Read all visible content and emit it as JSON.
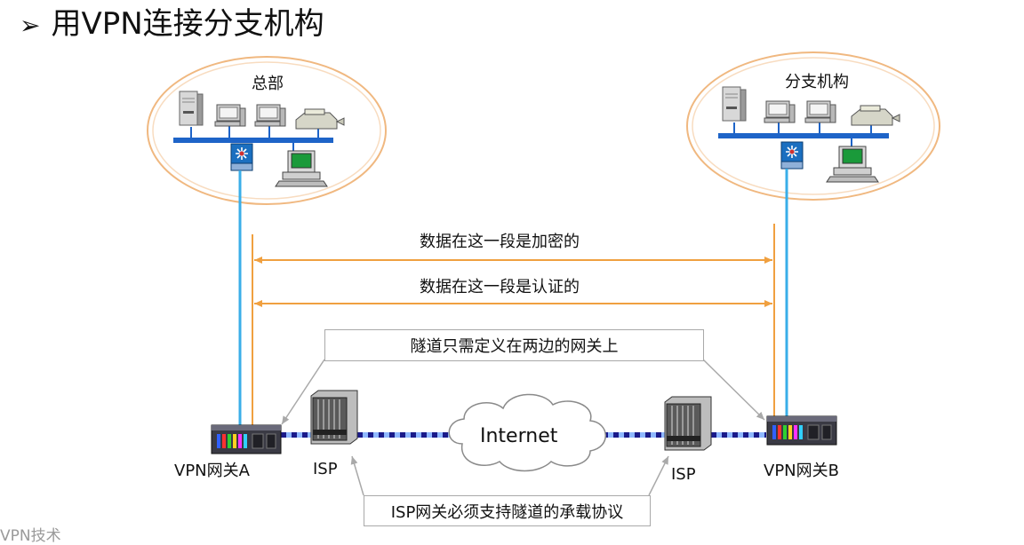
{
  "title": "用VPN连接分支机构",
  "title_marker": "➢",
  "labels": {
    "hq": "总部",
    "branch": "分支机构",
    "encrypted": "数据在这一段是加密的",
    "authenticated": "数据在这一段是认证的",
    "tunnel_note": "隧道只需定义在两边的网关上",
    "internet": "Internet",
    "gateway_a": "VPN网关A",
    "gateway_b": "VPN网关B",
    "isp_left": "ISP",
    "isp_right": "ISP",
    "isp_note": "ISP网关必须支持隧道的承载协议"
  },
  "footer": "VPN技术",
  "colors": {
    "lan_bus": "#1e64c8",
    "uplink": "#39aee8",
    "orange": "#f0a040",
    "ellipse": "#f0b880",
    "tunnel_dark": "#1a1a8a",
    "tunnel_light": "#8fb8ff"
  }
}
